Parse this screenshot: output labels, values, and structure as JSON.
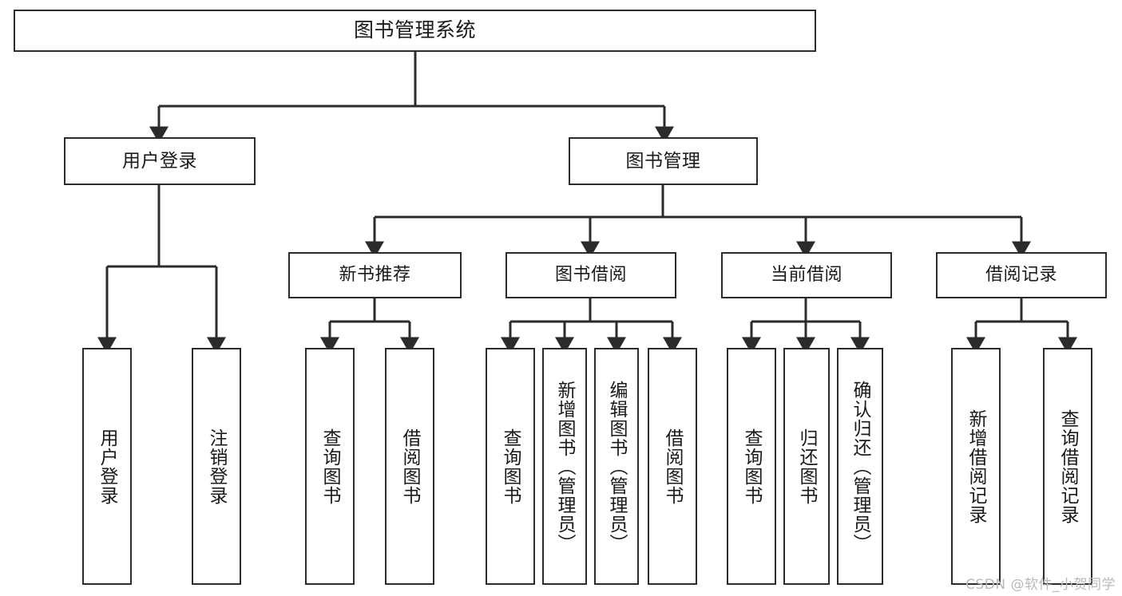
{
  "diagram": {
    "title": "图书管理系统",
    "type": "hierarchy-tree",
    "root": {
      "id": "root",
      "label": "图书管理系统"
    },
    "level2": [
      {
        "id": "user-login",
        "label": "用户登录"
      },
      {
        "id": "book-manage",
        "label": "图书管理"
      }
    ],
    "level3": [
      {
        "id": "new-book-recommend",
        "label": "新书推荐",
        "parent": "book-manage"
      },
      {
        "id": "book-borrow",
        "label": "图书借阅",
        "parent": "book-manage"
      },
      {
        "id": "current-borrow",
        "label": "当前借阅",
        "parent": "book-manage"
      },
      {
        "id": "borrow-record",
        "label": "借阅记录",
        "parent": "book-manage"
      }
    ],
    "leaves": [
      {
        "id": "leaf-user-login",
        "label": "用户登录",
        "parent": "user-login"
      },
      {
        "id": "leaf-user-logout",
        "label": "注销登录",
        "parent": "user-login"
      },
      {
        "id": "leaf-query-book-1",
        "label": "查询图书",
        "parent": "new-book-recommend"
      },
      {
        "id": "leaf-borrow-book-1",
        "label": "借阅图书",
        "parent": "new-book-recommend"
      },
      {
        "id": "leaf-query-book-2",
        "label": "查询图书",
        "parent": "book-borrow"
      },
      {
        "id": "leaf-add-book",
        "label": "新增图书（管理员）",
        "parent": "book-borrow"
      },
      {
        "id": "leaf-edit-book",
        "label": "编辑图书（管理员）",
        "parent": "book-borrow"
      },
      {
        "id": "leaf-borrow-book-2",
        "label": "借阅图书",
        "parent": "book-borrow"
      },
      {
        "id": "leaf-query-book-3",
        "label": "查询图书",
        "parent": "current-borrow"
      },
      {
        "id": "leaf-return-book",
        "label": "归还图书",
        "parent": "current-borrow"
      },
      {
        "id": "leaf-confirm-return",
        "label": "确认归还（管理员）",
        "parent": "current-borrow"
      },
      {
        "id": "leaf-add-record",
        "label": "新增借阅记录",
        "parent": "borrow-record"
      },
      {
        "id": "leaf-query-record",
        "label": "查询借阅记录",
        "parent": "borrow-record"
      }
    ],
    "colors": {
      "border": "#2b2b2b",
      "fill": "#ffffff",
      "text": "#1a1a1a",
      "edge": "#2b2b2b",
      "watermark": "#b9b9b9"
    }
  },
  "watermark": {
    "text": "CSDN @软件_小贺同学"
  }
}
